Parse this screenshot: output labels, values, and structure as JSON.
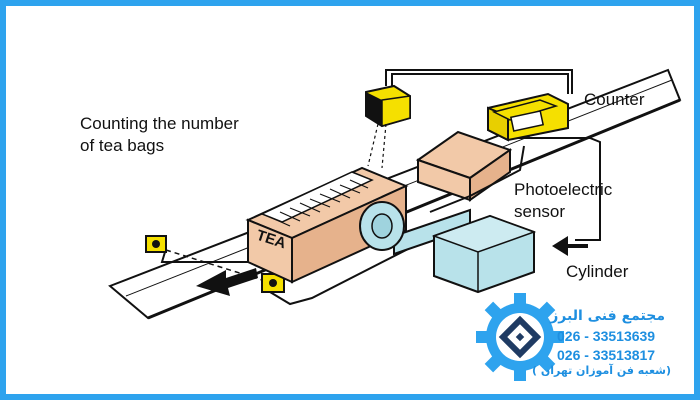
{
  "diagram": {
    "title_line1": "Counting the number",
    "title_line2": "of tea bags",
    "label_counter": "Counter",
    "label_photo_line1": "Photoelectric",
    "label_photo_line2": "sensor",
    "label_cylinder": "Cylinder",
    "box_label": "TEA"
  },
  "watermark": {
    "name": "مجتمع فنی البرز",
    "phone1": "026 - 33513639",
    "phone2": "026 - 33513817",
    "branch": "(شعبه فن آموزان تهران )"
  },
  "colors": {
    "frame": "#2ea3ee",
    "box": "#f2c9a8",
    "sensor": "#f5e000",
    "cylinder": "#b8e2ea",
    "watermark": "#1e8fe0"
  }
}
